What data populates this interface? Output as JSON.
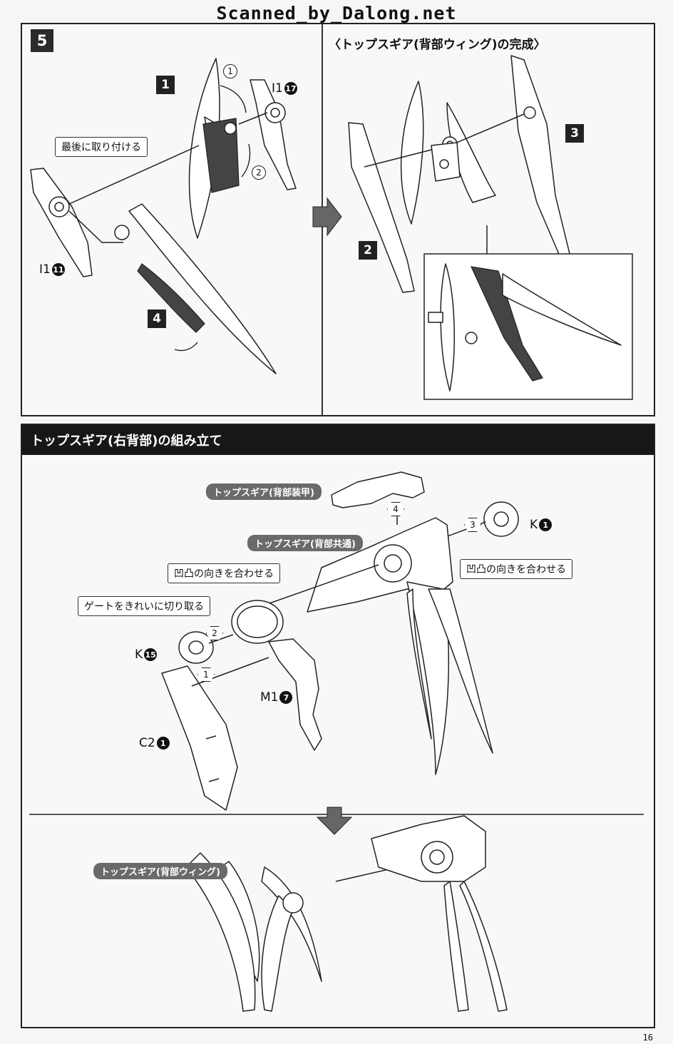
{
  "scan_header": "Scanned_by_Dalong.net",
  "page_number": "16",
  "step": {
    "number": "5",
    "parts_badges": [
      "1",
      "2",
      "3",
      "4"
    ],
    "callout_attach_last": "最後に取り付ける",
    "part_i1_17": {
      "name": "I1",
      "num": "17"
    },
    "part_i1_11": {
      "name": "I1",
      "num": "11"
    },
    "rotate_1": "1",
    "rotate_2": "2",
    "completion_heading": "〈トップスギア(背部ウィング)の完成〉"
  },
  "assembly": {
    "title": "トップスギア(右背部)の組み立て",
    "tag_back_armor": "トップスギア(背部装甲)",
    "tag_back_common": "トップスギア(背部共通)",
    "tag_back_wing": "トップスギア(背部ウィング)",
    "callout_align_left": "凹凸の向きを合わせる",
    "callout_align_right": "凹凸の向きを合わせる",
    "callout_gate": "ゲートをきれいに切り取る",
    "step_nums": [
      "1",
      "2",
      "3",
      "4"
    ],
    "part_k1": {
      "name": "K",
      "num": "1"
    },
    "part_k15": {
      "name": "K",
      "num": "15"
    },
    "part_m17": {
      "name": "M1",
      "num": "7"
    },
    "part_c21": {
      "name": "C2",
      "num": "1"
    }
  }
}
